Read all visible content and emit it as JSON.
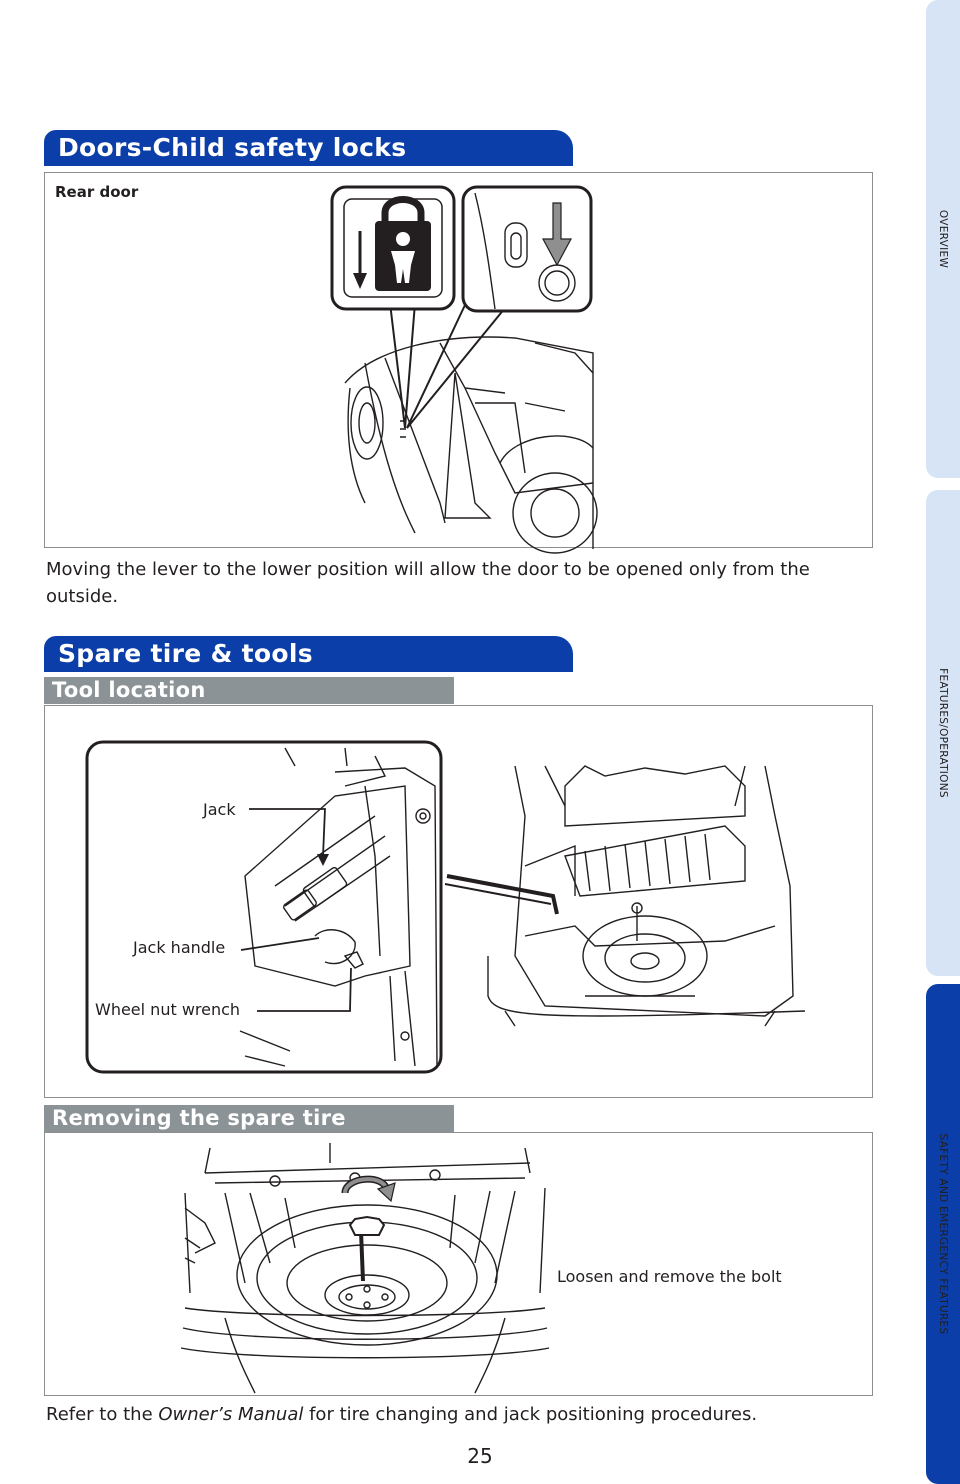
{
  "side_tabs": [
    {
      "label": "OVERVIEW",
      "active": false
    },
    {
      "label": "FEATURES/OPERATIONS",
      "active": false
    },
    {
      "label": "SAFETY AND EMERGENCY FEATURES",
      "active": true
    }
  ],
  "doors": {
    "title": "Doors-Child safety locks",
    "figure_label": "Rear door",
    "description": "Moving the lever to the lower position will allow the door to be opened only from the outside."
  },
  "spare": {
    "title": "Spare tire & tools",
    "tool_location": {
      "title": "Tool location",
      "callouts": {
        "jack": "Jack",
        "jack_handle": "Jack handle",
        "wheel_nut_wrench": "Wheel nut wrench"
      }
    },
    "removing": {
      "title": "Removing the spare tire",
      "callout": "Loosen and remove the bolt"
    },
    "note_prefix": "Refer to the ",
    "note_emphasis": "Owner’s Manual",
    "note_suffix": " for tire changing and jack positioning procedures."
  },
  "page_number": "25",
  "colors": {
    "accent_blue": "#0b3ea8",
    "light_tab": "#d6e4f5",
    "subheader_gray": "#8b9396"
  }
}
